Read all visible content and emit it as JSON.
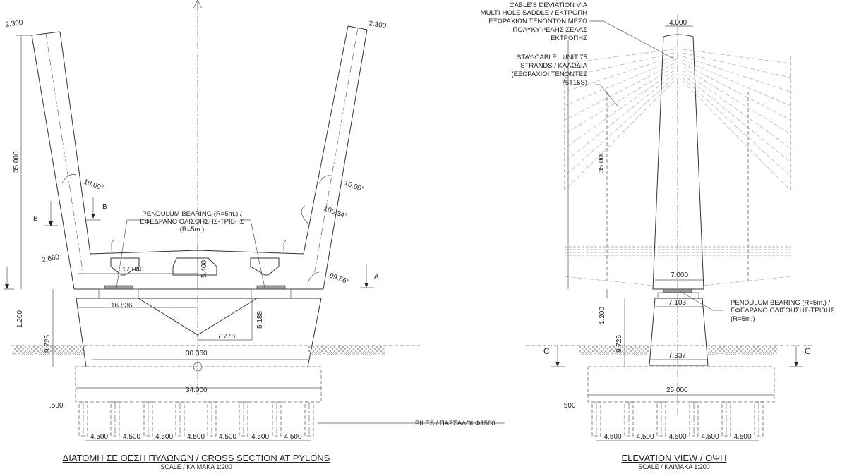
{
  "cross_section": {
    "title": "ΔΙΑΤΟΜΗ ΣΕ ΘΕΣΗ ΠΥΛΩΝΩΝ / CROSS SECTION AT PYLONS",
    "scale": "SCALE / ΚΛΙΜΑΚΑ  1:200",
    "dims": {
      "pylon_top_left": "2.300",
      "pylon_top_right": "2.300",
      "height": "35.000",
      "angle_left": "10.00°",
      "angle_right": "10.00°",
      "angle_inner": "100.34°",
      "angle_base": "99.66°",
      "pylon_base": "2.660",
      "half_deck": "17.040",
      "deck_depth": "5.400",
      "half_pier": "16.836",
      "v_depth": "5.188",
      "v_half": "7.778",
      "cap": "1.200",
      "pier_height": "9.725",
      "pier_base": "30.360",
      "pile_cap": "34.000",
      "edge": ".500",
      "pile_spacing": "4.500"
    },
    "section_marks": {
      "b": "B",
      "a": "A"
    },
    "bearing_note": [
      "PENDULUM BEARING (R=5m.) /",
      "ΕΦΕΔΡΑΝΟ ΟΛΙΣΘΗΣΗΣ-ΤΡΙΒΗΣ",
      "(R=5m.)"
    ]
  },
  "piles_note": "PILES / ΠΑΣΣΑΛΟΙ  Φ1500",
  "elevation": {
    "title": "ELEVATION VIEW / ΟΨΗ",
    "scale": "SCALE / ΚΛΙΜΑΚΑ  1:200",
    "dims": {
      "top": "4.000",
      "height": "35.000",
      "pylon_base": "7.000",
      "pier_top": "7.103",
      "pier_base": "7.937",
      "cap": "1.200",
      "pier_height": "9.725",
      "pile_cap": "25.000",
      "edge": ".500",
      "pile_spacing": "4.500"
    },
    "section_mark": "C",
    "saddle_note": [
      "CABLE'S DEVIATION VIA",
      "MULTI-HOLE SADDLE / ΕΚΤΡΟΠΗ",
      "ΕΞΩΡΑΧΙΩΝ ΤΕΝΟΝΤΩΝ ΜΕΣΩ",
      "ΠΟΛΥΚΥΨΕΛΗΣ ΣΕΛΑΣ",
      "ΕΚΤΡΟΠΗΣ"
    ],
    "cable_note": [
      "STAY-CABLE : UNIT 75",
      "STRANDS / ΚΑΛΩΔΙΑ",
      "(ΕΞΩΡΑΧΙΟΙ ΤΕΝΟΝΤΕΣ",
      "75T15S)"
    ],
    "bearing_note": [
      "PENDULUM BEARING (R=5m.) /",
      "ΕΦΕΔΡΑΝΟ ΟΛΙΣΘΗΣΗΣ-ΤΡΙΒΗΣ",
      "(R=5m.)"
    ]
  }
}
